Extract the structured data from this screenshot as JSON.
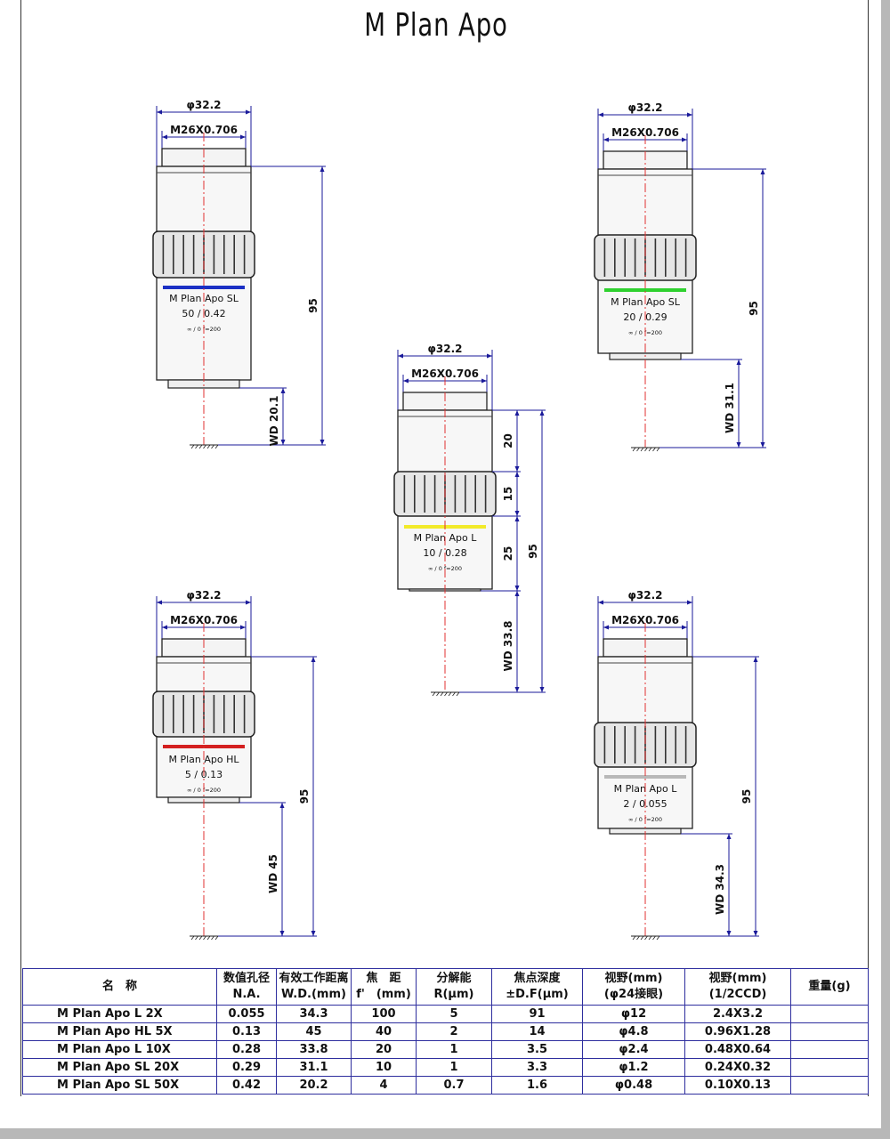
{
  "title": "M Plan Apo",
  "objectives": [
    {
      "id": "sl50",
      "outer_dia": "φ32.2",
      "thread": "M26X0.706",
      "name": "M Plan Apo SL",
      "spec": "50 / 0.42",
      "optics": "∞ / 0 f=200",
      "band_color": "#1a2fc4",
      "length_label": "95",
      "wd_label": "WD 20.1"
    },
    {
      "id": "sl20",
      "outer_dia": "φ32.2",
      "thread": "M26X0.706",
      "name": "M Plan Apo SL",
      "spec": "20 / 0.29",
      "optics": "∞ / 0 f=200",
      "band_color": "#2fd12f",
      "length_label": "95",
      "wd_label": "WD 31.1"
    },
    {
      "id": "l10",
      "outer_dia": "φ32.2",
      "thread": "M26X0.706",
      "name": "M Plan Apo L",
      "spec": "10 / 0.28",
      "optics": "∞ / 0 f=200",
      "band_color": "#f2ea2a",
      "length_label": "95",
      "wd_label": "WD 33.8",
      "segment_labels": [
        "20",
        "15",
        "25"
      ]
    },
    {
      "id": "hl5",
      "outer_dia": "φ32.2",
      "thread": "M26X0.706",
      "name": "M Plan Apo HL",
      "spec": "5 / 0.13",
      "optics": "∞ / 0 f=200",
      "band_color": "#d42020",
      "length_label": "95",
      "wd_label": "WD 45"
    },
    {
      "id": "l2",
      "outer_dia": "φ32.2",
      "thread": "M26X0.706",
      "name": "M Plan Apo L",
      "spec": "2 / 0.055",
      "optics": "∞ / 0 f=200",
      "band_color": "#b8b8b8",
      "length_label": "95",
      "wd_label": "WD 34.3"
    }
  ],
  "table": {
    "headers": [
      {
        "line1": "名　称",
        "line2": ""
      },
      {
        "line1": "数值孔径",
        "line2": "N.A."
      },
      {
        "line1": "有效工作距离",
        "line2": "W.D.(mm)"
      },
      {
        "line1": "焦　距",
        "line2": "f'　(mm)"
      },
      {
        "line1": "分解能",
        "line2": "R(μm)"
      },
      {
        "line1": "焦点深度",
        "line2": "±D.F(μm)"
      },
      {
        "line1": "视野(mm)",
        "line2": "(φ24接眼)"
      },
      {
        "line1": "视野(mm)",
        "line2": "(1/2CCD)"
      },
      {
        "line1": "重量(g)",
        "line2": ""
      }
    ],
    "rows": [
      [
        "M Plan Apo L 2X",
        "0.055",
        "34.3",
        "100",
        "5",
        "91",
        "φ12",
        "2.4X3.2",
        ""
      ],
      [
        "M Plan Apo HL 5X",
        "0.13",
        "45",
        "40",
        "2",
        "14",
        "φ4.8",
        "0.96X1.28",
        ""
      ],
      [
        "M Plan Apo L 10X",
        "0.28",
        "33.8",
        "20",
        "1",
        "3.5",
        "φ2.4",
        "0.48X0.64",
        ""
      ],
      [
        "M Plan Apo SL 20X",
        "0.29",
        "31.1",
        "10",
        "1",
        "3.3",
        "φ1.2",
        "0.24X0.32",
        ""
      ],
      [
        "M Plan Apo SL 50X",
        "0.42",
        "20.2",
        "4",
        "0.7",
        "1.6",
        "φ0.48",
        "0.10X0.13",
        ""
      ]
    ]
  }
}
